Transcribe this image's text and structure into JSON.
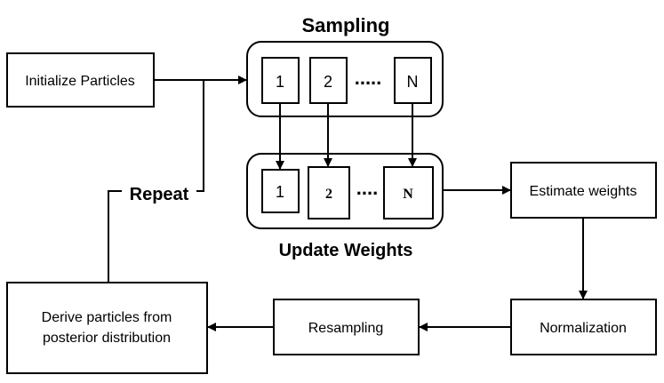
{
  "diagram": {
    "sampling_group": {
      "title": "Sampling",
      "items": [
        "1",
        "2",
        "N"
      ],
      "ellipsis": "....."
    },
    "update_group": {
      "title": "Update Weights",
      "items": [
        "1",
        "2",
        "N"
      ],
      "ellipsis": "...."
    },
    "nodes": {
      "initialize": "Initialize Particles",
      "estimate": "Estimate weights",
      "normalization": "Normalization",
      "resampling": "Resampling",
      "derive_line1": "Derive particles from",
      "derive_line2": "posterior distribution"
    },
    "loop_label": "Repeat"
  }
}
